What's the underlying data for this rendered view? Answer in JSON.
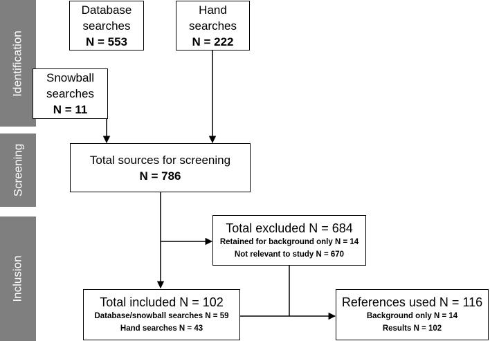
{
  "phases": {
    "identification": "Identification",
    "screening": "Screening",
    "inclusion": "Inclusion"
  },
  "boxes": {
    "database": {
      "line1": "Database",
      "line2": "searches",
      "count": "N = 553"
    },
    "hand": {
      "line1": "Hand",
      "line2": "searches",
      "count": "N = 222"
    },
    "snowball": {
      "line1": "Snowball",
      "line2": "searches",
      "count": "N = 11"
    },
    "screening": {
      "title": "Total sources for screening",
      "count": "N = 786"
    },
    "excluded": {
      "title": "Total excluded N = 684",
      "line1": "Retained for background only N = 14",
      "line2": "Not relevant to study N = 670"
    },
    "included": {
      "title": "Total included N = 102",
      "line1": "Database/snowball searches N = 59",
      "line2": "Hand searches N = 43"
    },
    "references": {
      "title": "References used N = 116",
      "line1": "Background only N = 14",
      "line2": "Results N = 102"
    }
  },
  "colors": {
    "phase_bar": "#7f7f7f",
    "phase_text": "#ffffff",
    "border": "#000000"
  }
}
